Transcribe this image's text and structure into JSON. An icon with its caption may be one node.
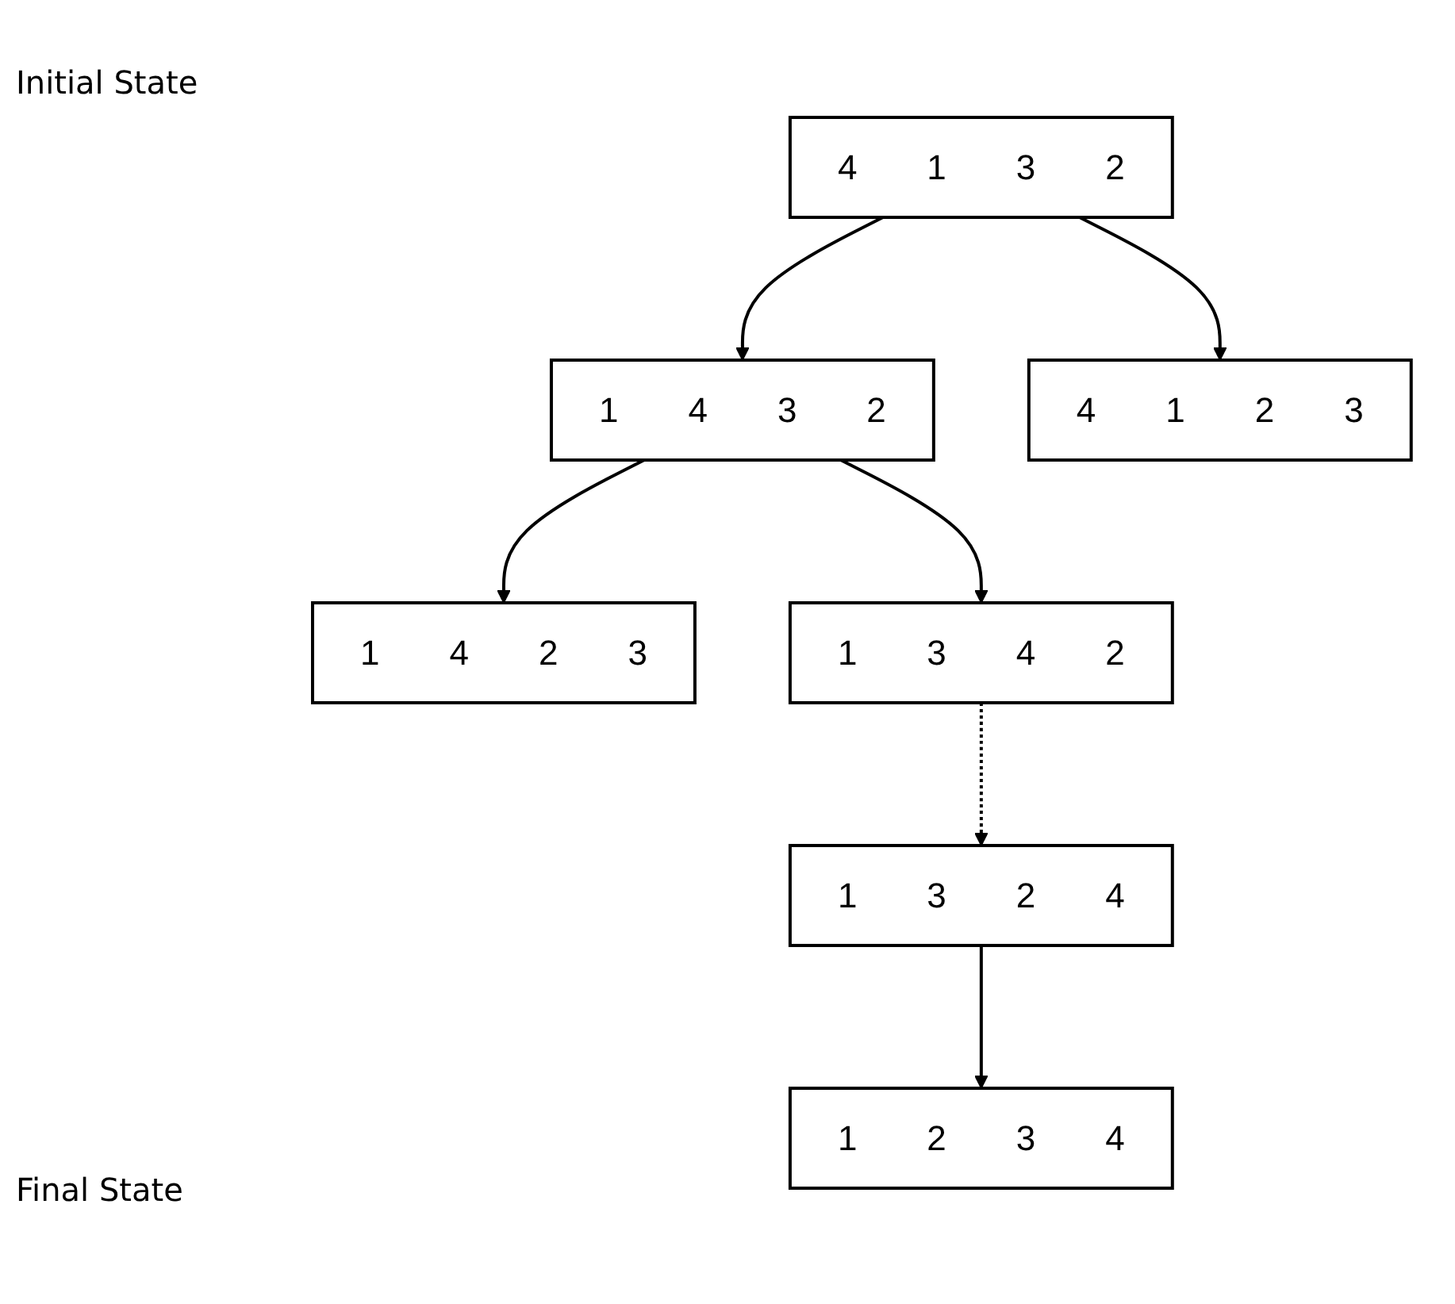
{
  "diagram": {
    "nodes": [
      {
        "text": [
          "4",
          "1",
          "3",
          "2"
        ]
      },
      {
        "text": [
          "1",
          "4",
          "3",
          "2"
        ]
      },
      {
        "text": [
          "4",
          "1",
          "2",
          "3"
        ]
      },
      {
        "text": [
          "1",
          "4",
          "2",
          "3"
        ]
      },
      {
        "text": [
          "1",
          "3",
          "4",
          "2"
        ]
      },
      {
        "text": [
          "1",
          "3",
          "2",
          "4"
        ]
      },
      {
        "text": [
          "1",
          "2",
          "3",
          "4"
        ]
      }
    ],
    "edges": [
      {
        "from": 0,
        "to": 1,
        "arrow": "to"
      },
      {
        "from": 0,
        "to": 2,
        "arrow": "to"
      },
      {
        "from": 1,
        "to": 3,
        "arrow": "to"
      },
      {
        "from": 1,
        "to": 4,
        "arrow": "to"
      },
      {
        "from": 4,
        "to": 5,
        "arrow": "to",
        "style": "dashed"
      },
      {
        "from": 5,
        "to": 6,
        "arrow": "to"
      }
    ],
    "labels": [
      "Initial State",
      "Final State"
    ]
  }
}
